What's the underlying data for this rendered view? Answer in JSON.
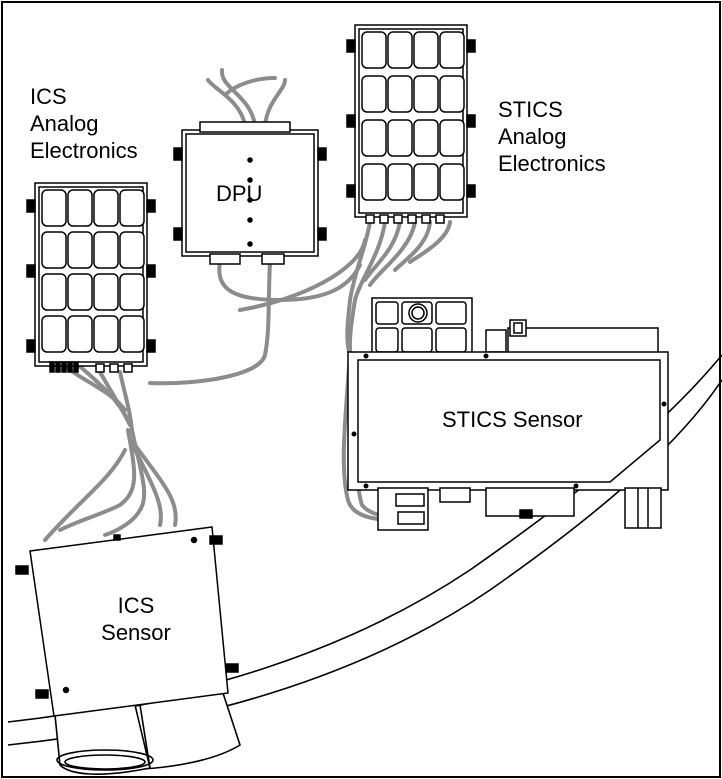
{
  "labels": {
    "ics_analog": [
      "ICS",
      "Analog",
      "Electronics"
    ],
    "stics_analog": [
      "STICS",
      "Analog",
      "Electronics"
    ],
    "dpu": "DPU",
    "stics_sensor": "STICS Sensor",
    "ics_sensor": [
      "ICS",
      "Sensor"
    ]
  },
  "colors": {
    "cable": "#8c8c8c",
    "line": "#000000",
    "background": "#ffffff"
  }
}
